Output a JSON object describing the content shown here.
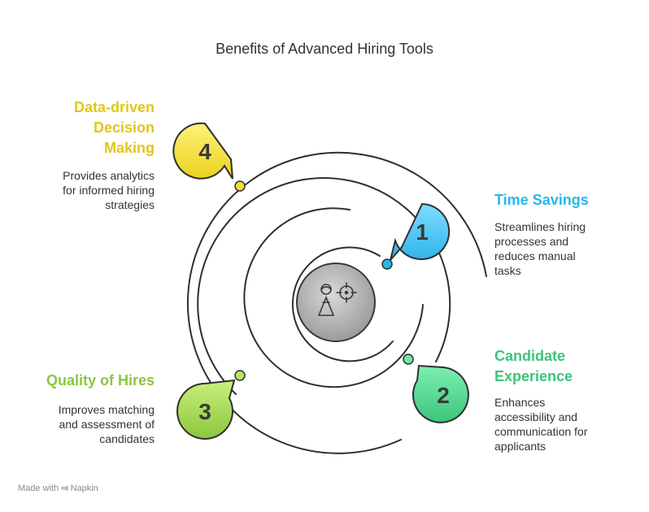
{
  "title": "Benefits of Advanced Hiring Tools",
  "items": [
    {
      "number": "1",
      "heading": "Time Savings",
      "description": [
        "Streamlines hiring",
        "processes and",
        "reduces manual",
        "tasks"
      ],
      "color": "#29b6e8"
    },
    {
      "number": "2",
      "heading": "Candidate",
      "heading2": "Experience",
      "description": [
        "Enhances",
        "accessibility and",
        "communication for",
        "applicants"
      ],
      "color": "#3cc47c"
    },
    {
      "number": "3",
      "heading": "Quality of Hires",
      "description": [
        "Improves matching",
        "and assessment of",
        "candidates"
      ],
      "color": "#8cc63f"
    },
    {
      "number": "4",
      "heading": "Data-driven",
      "heading2": "Decision",
      "heading3": "Making",
      "description": [
        "Provides analytics",
        "for informed hiring",
        "strategies"
      ],
      "color": "#e6cf1a"
    }
  ],
  "center_icon": "recruiter-target-icon",
  "footer": {
    "made_with": "Made with",
    "brand": "Napkin"
  }
}
